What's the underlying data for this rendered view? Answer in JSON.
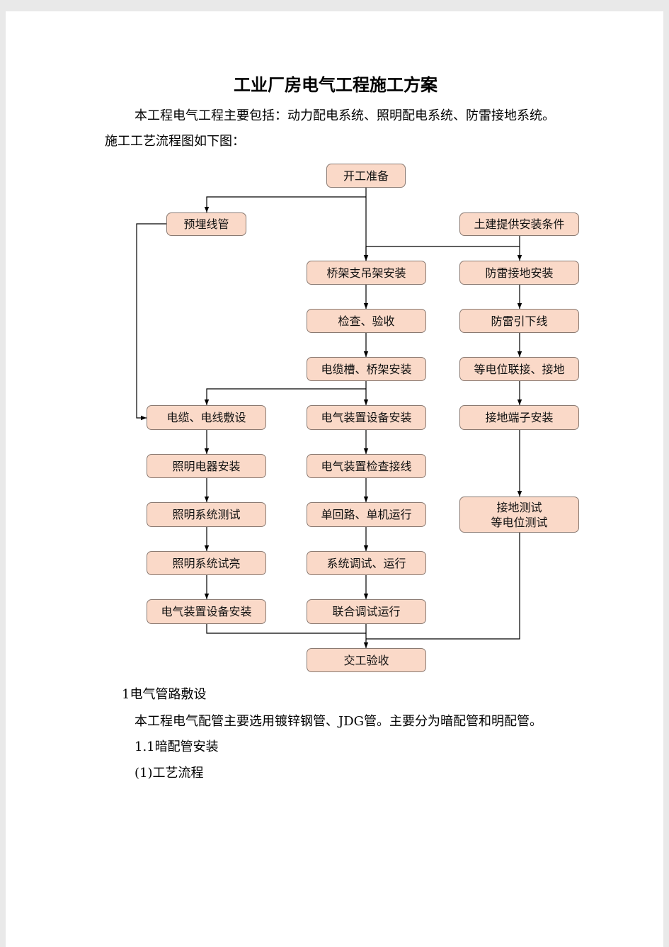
{
  "document": {
    "title": "工业厂房电气工程施工方案",
    "intro_line1": "本工程电气工程主要包括：动力配电系统、照明配电系统、防雷接地系统。",
    "intro_line2": "施工工艺流程图如下图：",
    "section1_heading": "1电气管路敷设",
    "section1_para": "本工程电气配管主要选用镀锌钢管、JDG管。主要分为暗配管和明配管。",
    "section1_1_heading": "1.1暗配管安装",
    "step1_heading": "(1)工艺流程"
  },
  "flowchart": {
    "start": "开工准备",
    "pre_embed": "预埋线管",
    "civil_conditions": "土建提供安装条件",
    "tray_support": "桥架支吊架安装",
    "lightning_install": "防雷接地安装",
    "inspect_accept": "检查、验收",
    "downconductor": "防雷引下线",
    "trunking_tray": "电缆槽、桥架安装",
    "equipotential_bond": "等电位联接、接地",
    "cable_laying": "电缆、电线敷设",
    "device_install_center": "电气装置设备安装",
    "ground_terminal": "接地端子安装",
    "lighting_fixture": "照明电器安装",
    "device_check_wiring": "电气装置检查接线",
    "lighting_test": "照明系统测试",
    "single_loop_run": "单回路、单机运行",
    "ground_test_line1": "接地测试",
    "ground_test_line2": "等电位测试",
    "lighting_trial": "照明系统试亮",
    "system_debug": "系统调试、运行",
    "device_install_left": "电气装置设备安装",
    "joint_debug": "联合调试运行",
    "handover": "交工验收"
  }
}
